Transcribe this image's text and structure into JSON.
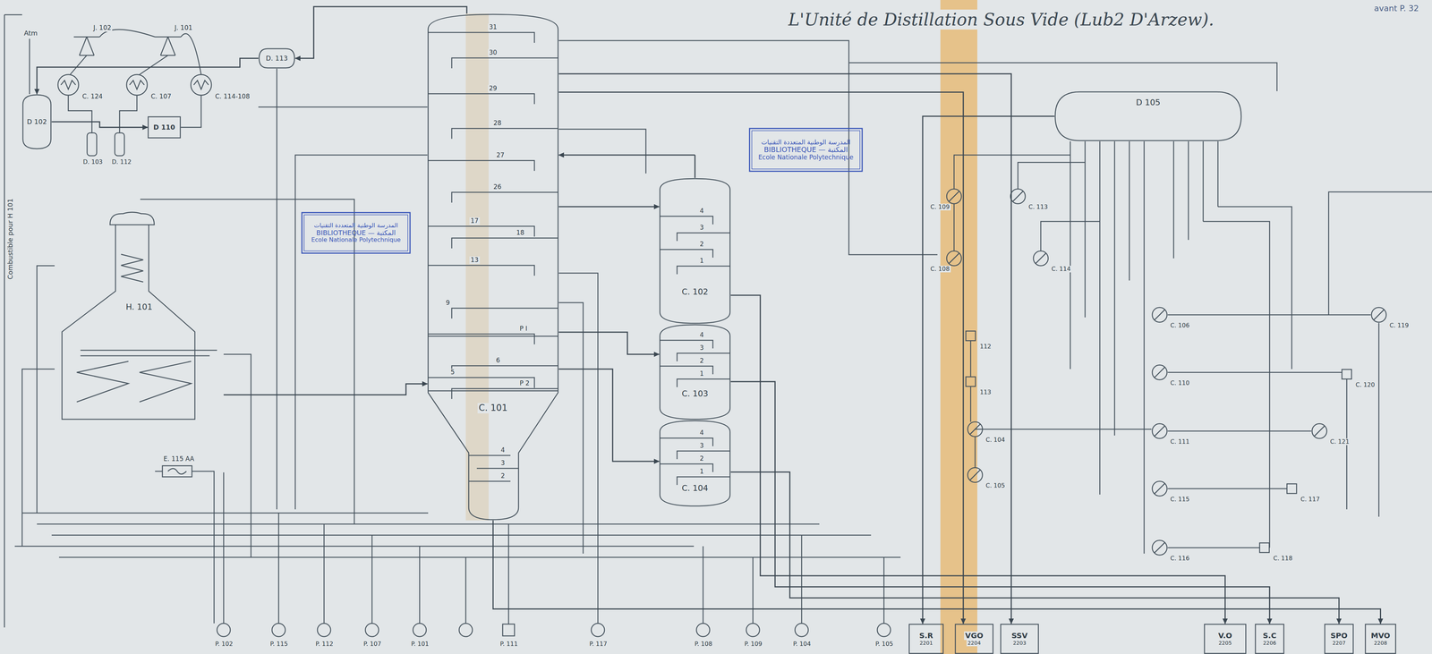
{
  "diagram": {
    "title": "L'Unité de Distillation Sous Vide (Lub2 D'Arzew).",
    "nodes": [
      {
        "text": [
          "D 102"
        ]
      },
      {
        "text": [
          "D 110"
        ]
      },
      {
        "text": [
          "D. 113"
        ]
      },
      {
        "text": [
          "H. 101"
        ]
      },
      {
        "text": [
          "C. 101"
        ]
      },
      {
        "text": [
          "المدرسة الوطنية المتعددة التقنيات",
          "BIBLIOTHEQUE — المكتبة",
          "Ecole Nationale Polytechnique"
        ]
      },
      {
        "text": [
          "C. 102"
        ]
      },
      {
        "text": [
          "C. 103"
        ]
      },
      {
        "text": [
          "C. 104"
        ]
      },
      {
        "text": [
          "المدرسة الوطنية المتعددة التقنيات",
          "BIBLIOTHEQUE — المكتبة",
          "Ecole Nationale Polytechnique"
        ]
      },
      {
        "text": [
          "D 105"
        ]
      },
      {
        "text": [
          "S.R",
          "2201"
        ]
      },
      {
        "text": [
          "VGO",
          "2204"
        ]
      },
      {
        "text": [
          "SSV",
          "2203"
        ]
      },
      {
        "text": [
          "V.O",
          "2205"
        ]
      },
      {
        "text": [
          "S.C",
          "2206"
        ]
      },
      {
        "text": [
          "SPO",
          "2207"
        ]
      },
      {
        "text": [
          "MVO",
          "2208"
        ]
      }
    ],
    "edges": [
      {
        "from": 3,
        "to": 4,
        "arrow": "to"
      },
      {
        "from": 4,
        "to": 2,
        "arrow": "to"
      },
      {
        "from": 2,
        "to": 0,
        "arrow": "to"
      },
      {
        "from": 4,
        "to": 6,
        "arrow": "to"
      },
      {
        "from": 6,
        "to": 4,
        "arrow": "to"
      },
      {
        "from": 4,
        "to": 7,
        "arrow": "to"
      },
      {
        "from": 4,
        "to": 8,
        "arrow": "to"
      },
      {
        "from": 4,
        "to": 17,
        "arrow": "to"
      },
      {
        "from": 6,
        "to": 14,
        "arrow": "to"
      },
      {
        "from": 7,
        "to": 15,
        "arrow": "to"
      },
      {
        "from": 8,
        "to": 16,
        "arrow": "to"
      },
      {
        "from": 4,
        "to": 12,
        "arrow": "to"
      },
      {
        "from": 4,
        "to": 13,
        "arrow": "to"
      },
      {
        "from": 10,
        "to": 11,
        "arrow": "to"
      },
      {
        "from": 0,
        "to": 1,
        "arrow": "to"
      }
    ],
    "labels": [
      "avant P. 32",
      "Atm",
      "Combustible pour H 101",
      "J. 102",
      "J. 101",
      "C. 124",
      "C. 107",
      "C. 114-108",
      "D. 103",
      "D. 112",
      "E. 115 AA",
      "31",
      "30",
      "29",
      "28",
      "27",
      "26",
      "17",
      "18",
      "13",
      "9",
      "P I",
      "6",
      "5",
      "P 2",
      "4",
      "3",
      "2",
      "4",
      "3",
      "2",
      "1",
      "4",
      "3",
      "2",
      "1",
      "4",
      "3",
      "2",
      "1",
      "C. 109",
      "C. 108",
      "C. 113",
      "C. 114",
      "112",
      "113",
      "C. 104",
      "C. 105",
      "C. 106",
      "C. 119",
      "C. 110",
      "C. 120",
      "C. 111",
      "C. 121",
      "C. 115",
      "C. 117",
      "C. 116",
      "C. 118",
      "P. 102",
      "P. 115",
      "P. 112",
      "P. 107",
      "P. 101",
      "P. 111",
      "P. 117",
      "P. 108",
      "P. 109",
      "P. 104",
      "P. 105"
    ]
  }
}
